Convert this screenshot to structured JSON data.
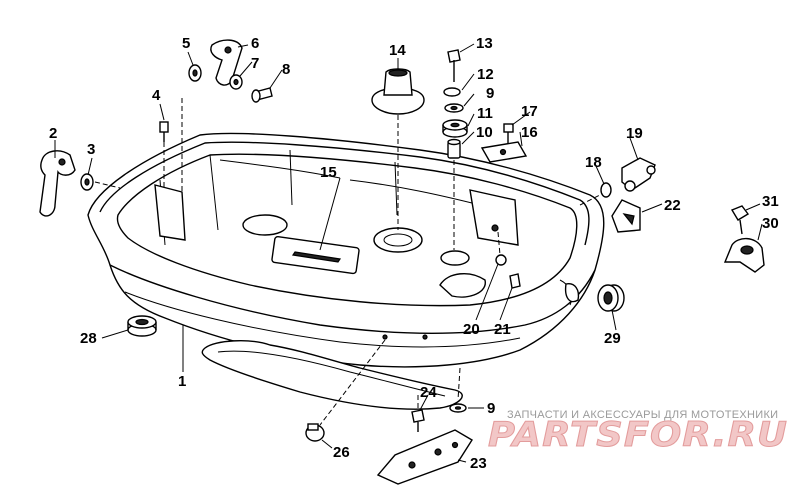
{
  "callouts": [
    "1",
    "2",
    "3",
    "4",
    "5",
    "6",
    "7",
    "8",
    "9",
    "9",
    "10",
    "11",
    "12",
    "13",
    "14",
    "15",
    "16",
    "17",
    "18",
    "19",
    "20",
    "21",
    "22",
    "23",
    "24",
    "26",
    "28",
    "29",
    "30",
    "31"
  ],
  "watermark": {
    "tagline": "ЗАПЧАСТИ И АКСЕССУАРЫ ДЛЯ МОТОТЕХНИКИ",
    "brand": "PARTSFOR.RU"
  }
}
